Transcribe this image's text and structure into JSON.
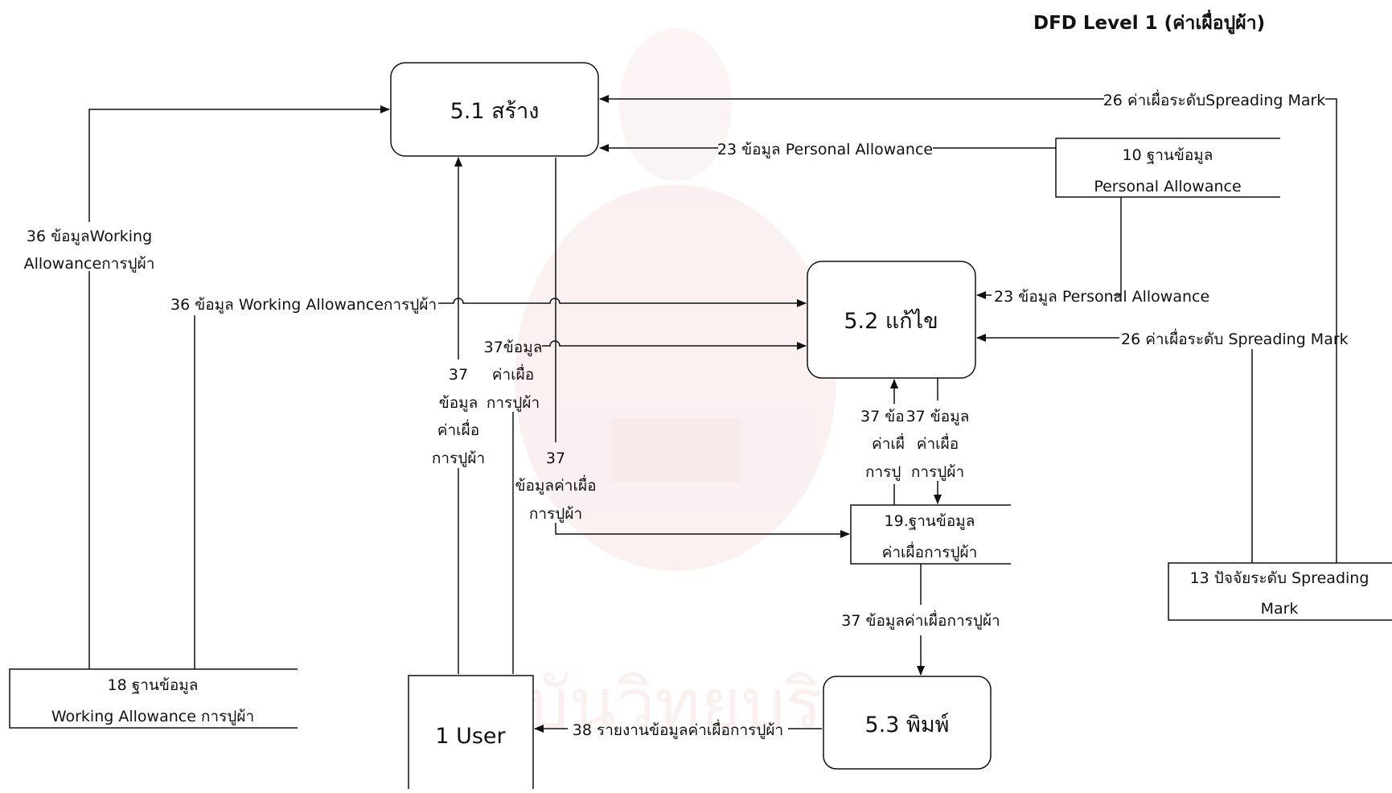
{
  "title": "DFD Level 1 (ค่าเผื่อปูผ้า)",
  "processes": {
    "create": "5.1 สร้าง",
    "edit": "5.2 แก้ไข",
    "print": "5.3 พิมพ์"
  },
  "entities": {
    "user": "1 User"
  },
  "datastores": {
    "personal": [
      "10 ฐานข้อมูล",
      "Personal Allowance"
    ],
    "spreading": [
      "13 ปัจจัยระดับ Spreading",
      "Mark"
    ],
    "working": [
      "18 ฐานข้อมูล",
      "Working Allowance การปูผ้า"
    ],
    "allowance": [
      "19.ฐานข้อมูล",
      "ค่าเผื่อการปูผ้า"
    ]
  },
  "flows": {
    "spread_to_create": "26 ค่าเผื่อระดับSpreading Mark",
    "personal_to_create": "23 ข้อมูล Personal Allowance",
    "working_to_create": [
      "36 ข้อมูลWorking",
      "Allowanceการปูผ้า"
    ],
    "working_to_edit": "36  ข้อมูล Working Allowanceการปูผ้า",
    "personal_to_edit": "23 ข้อมูล Personal Allowance",
    "spread_to_edit": "26 ค่าเผื่อระดับ Spreading Mark",
    "user_to_create": [
      "37",
      "ข้อมูล",
      "ค่าเผื่อ",
      "การปูผ้า"
    ],
    "user_to_edit": [
      "37ข้อมูล",
      "ค่าเผื่อ",
      "การปูผ้า"
    ],
    "create_to_store": [
      "37",
      "ข้อมูลค่าเผื่อ",
      "การปูผ้า"
    ],
    "store_to_edit": [
      "37 ข้อ",
      "ค่าเผื่",
      "การปู"
    ],
    "edit_to_store": [
      "37 ข้อมูล",
      "ค่าเผื่อ",
      "การปูผ้า"
    ],
    "store_to_print": "37 ข้อมูลค่าเผื่อการปูผ้า",
    "print_to_user": "38 รายงานข้อมูลค่าเผื่อการปูผ้า"
  },
  "watermark": "สถาบันวิทยบริการ"
}
